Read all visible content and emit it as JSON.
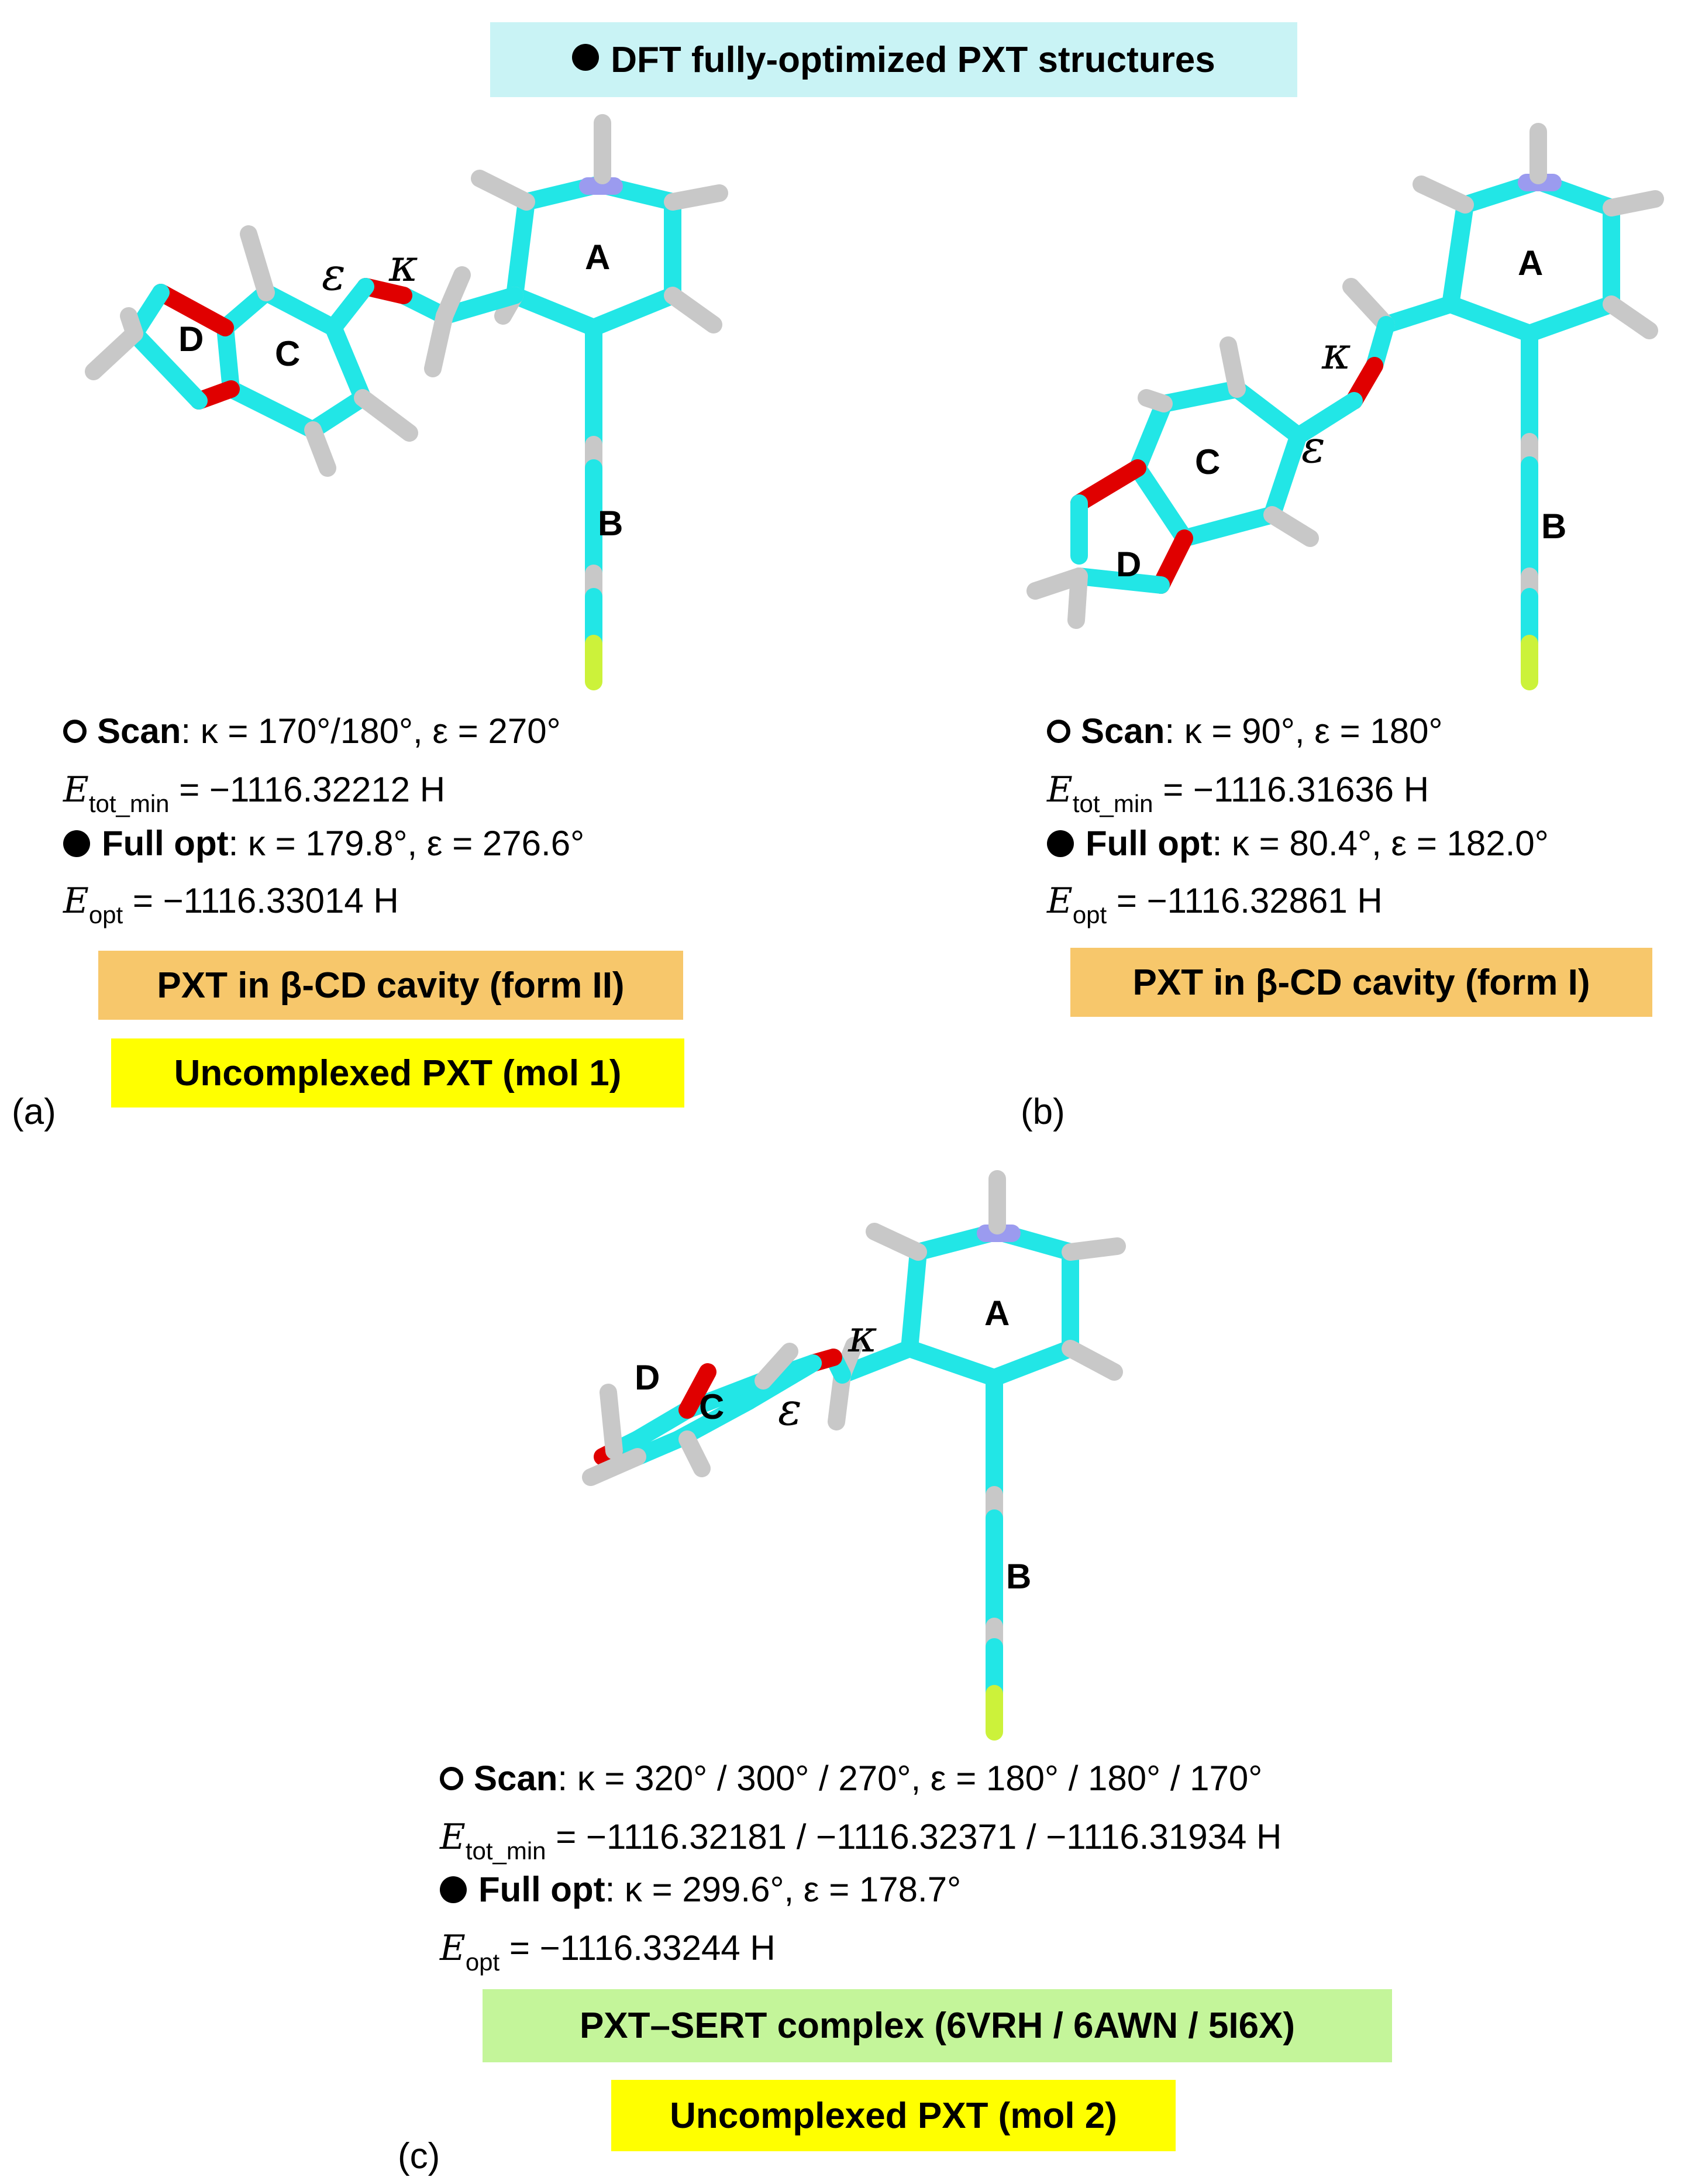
{
  "title": "DFT fully-optimized PXT structures",
  "colors": {
    "carbon": "#22e6e6",
    "hydrogen": "#c8c8c8",
    "nitrogen": "#9b9bef",
    "oxygen": "#e00000",
    "fluorine": "#ccf23a",
    "title_bg": "#c9f3f5",
    "orange_bg": "#f7c76b",
    "yellow_bg": "#ffff00",
    "green_bg": "#c4f59a"
  },
  "ring_labels": {
    "A": "A",
    "B": "B",
    "C": "C",
    "D": "D"
  },
  "angle_labels": {
    "kappa": "κ",
    "epsilon": "ε"
  },
  "panels": [
    {
      "label": "(a)",
      "scan_label": "Scan",
      "scan_values": ": κ = 170°/180°, ε = 270°",
      "etot_symbol": "E",
      "etot_sub": "tot_min",
      "etot_value": " = −1116.32212 H",
      "opt_label": "Full opt",
      "opt_values": ": κ = 179.8°, ε = 276.6°",
      "eopt_symbol": "E",
      "eopt_sub": "opt",
      "eopt_value": " = −1116.33014 H",
      "boxes": [
        "PXT in β-CD cavity (form II)",
        "Uncomplexed PXT (mol 1)"
      ]
    },
    {
      "label": "(b)",
      "scan_label": "Scan",
      "scan_values": ": κ = 90°, ε = 180°",
      "etot_symbol": "E",
      "etot_sub": "tot_min",
      "etot_value": " = −1116.31636 H",
      "opt_label": "Full opt",
      "opt_values": ": κ = 80.4°, ε = 182.0°",
      "eopt_symbol": "E",
      "eopt_sub": "opt",
      "eopt_value": " = −1116.32861 H",
      "boxes": [
        "PXT in β-CD cavity (form I)"
      ]
    },
    {
      "label": "(c)",
      "scan_label": "Scan",
      "scan_values": ": κ = 320° / 300° / 270°, ε = 180° / 180° / 170°",
      "etot_symbol": "E",
      "etot_sub": "tot_min",
      "etot_value": " = −1116.32181 / −1116.32371 / −1116.31934 H",
      "opt_label": "Full opt",
      "opt_values": ": κ = 299.6°, ε = 178.7°",
      "eopt_symbol": "E",
      "eopt_sub": "opt",
      "eopt_value": " = −1116.33244 H",
      "boxes": [
        "PXT–SERT complex (6VRH / 6AWN / 5I6X)",
        "Uncomplexed PXT (mol 2)"
      ]
    }
  ]
}
